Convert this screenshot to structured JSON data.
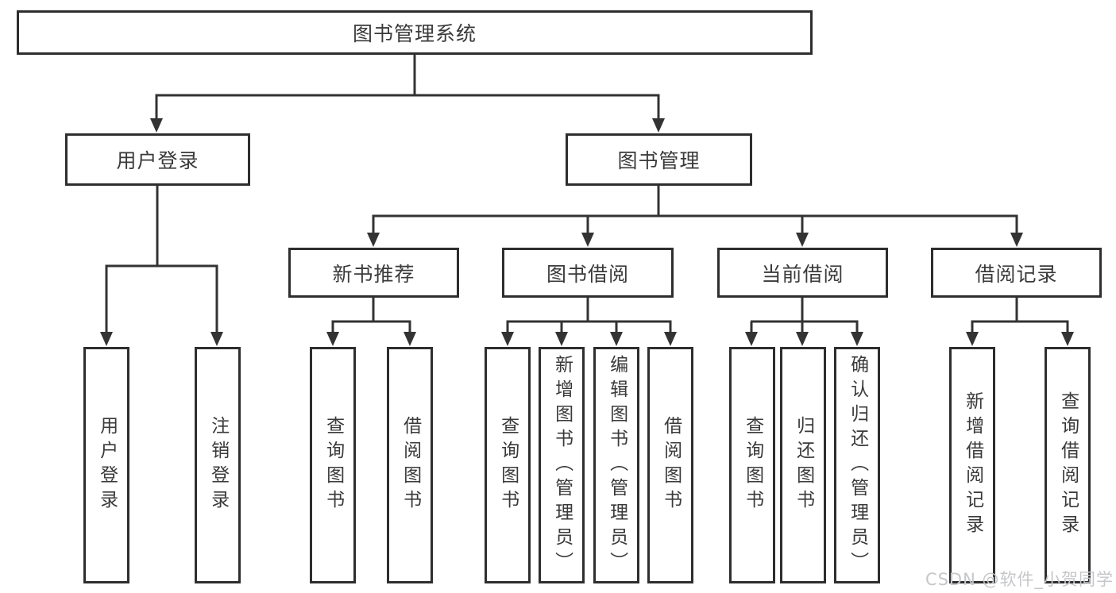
{
  "diagram": {
    "root_label": "图书管理系统",
    "user_login": {
      "label": "用户登录",
      "children": [
        "用户登录",
        "注销登录"
      ]
    },
    "book_management": {
      "label": "图书管理",
      "groups": [
        {
          "label": "新书推荐",
          "children": [
            "查询图书",
            "借阅图书"
          ]
        },
        {
          "label": "图书借阅",
          "children": [
            "查询图书",
            "新增图书（管理员）",
            "编辑图书（管理员）",
            "借阅图书"
          ]
        },
        {
          "label": "当前借阅",
          "children": [
            "查询图书",
            "归还图书",
            "确认归还（管理员）"
          ]
        },
        {
          "label": "借阅记录",
          "children": [
            "新增借阅记录",
            "查询借阅记录"
          ]
        }
      ]
    }
  },
  "watermark": {
    "text": "CSDN @软件_小贺同学"
  },
  "colors": {
    "line": "#333333",
    "border": "#2e2e2e",
    "text": "#3a3a3a",
    "watermark": "#c6c7ca",
    "background": "#ffffff"
  }
}
